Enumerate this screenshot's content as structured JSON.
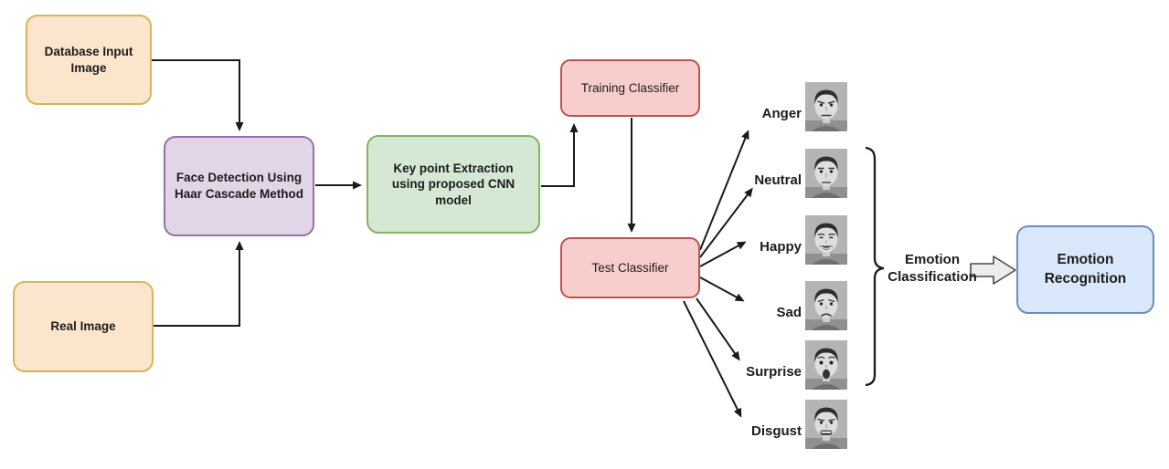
{
  "nodes": {
    "database_input": {
      "label": "Database Input Image"
    },
    "real_image": {
      "label": "Real Image"
    },
    "face_detection": {
      "label": "Face Detection Using Haar Cascade Method"
    },
    "keypoint_extraction": {
      "label": "Key point Extraction using proposed CNN model"
    },
    "training_classifier": {
      "label": "Training Classifier"
    },
    "test_classifier": {
      "label": "Test Classifier"
    },
    "emotion_recognition": {
      "label": "Emotion Recognition"
    }
  },
  "emotions": [
    {
      "label": "Anger"
    },
    {
      "label": "Neutral"
    },
    {
      "label": "Happy"
    },
    {
      "label": "Sad"
    },
    {
      "label": "Surprise"
    },
    {
      "label": "Disgust"
    }
  ],
  "annotations": {
    "bracket_label": "Emotion Classification"
  },
  "colors": {
    "orange_fill": "#FCE5CD",
    "orange_border": "#D6B656",
    "purple_fill": "#E1D5E7",
    "purple_border": "#9673A6",
    "green_fill": "#D5E8D4",
    "green_border": "#82B366",
    "pink_fill": "#F8CECC",
    "pink_border": "#B85450",
    "blue_fill": "#DAE8FC",
    "blue_border": "#6C8EBF",
    "arrow": "#1A1A1A"
  }
}
